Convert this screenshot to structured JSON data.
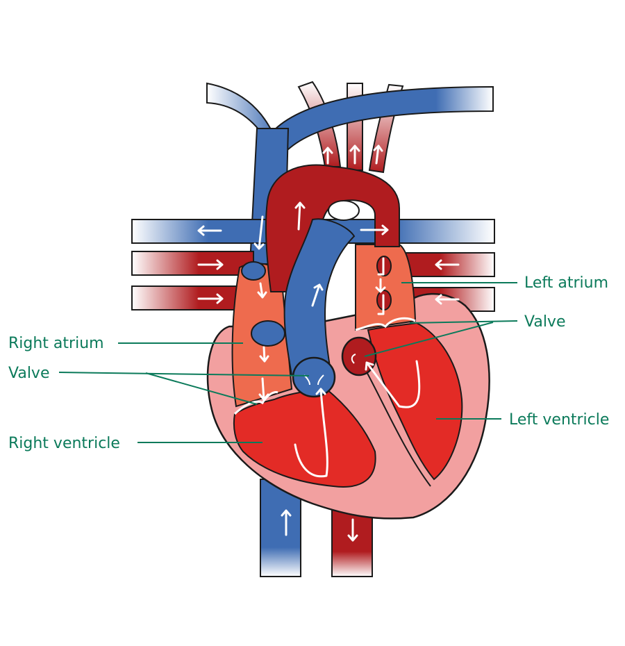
{
  "colors": {
    "vein": "#3f6db3",
    "vein_light": "#a9bfe2",
    "artery": "#b01c1f",
    "artery_light": "#e9a39a",
    "atrium": "#ee6b4e",
    "ventricle": "#e32b26",
    "wall": "#f2a0a0",
    "outline": "#1a1a1a",
    "label": "#0b7a5a"
  },
  "labels": {
    "left_atrium": "Left atrium",
    "valve_right": "Valve",
    "right_atrium": "Right atrium",
    "valve_left": "Valve",
    "left_ventricle": "Left ventricle",
    "right_ventricle": "Right ventricle"
  }
}
